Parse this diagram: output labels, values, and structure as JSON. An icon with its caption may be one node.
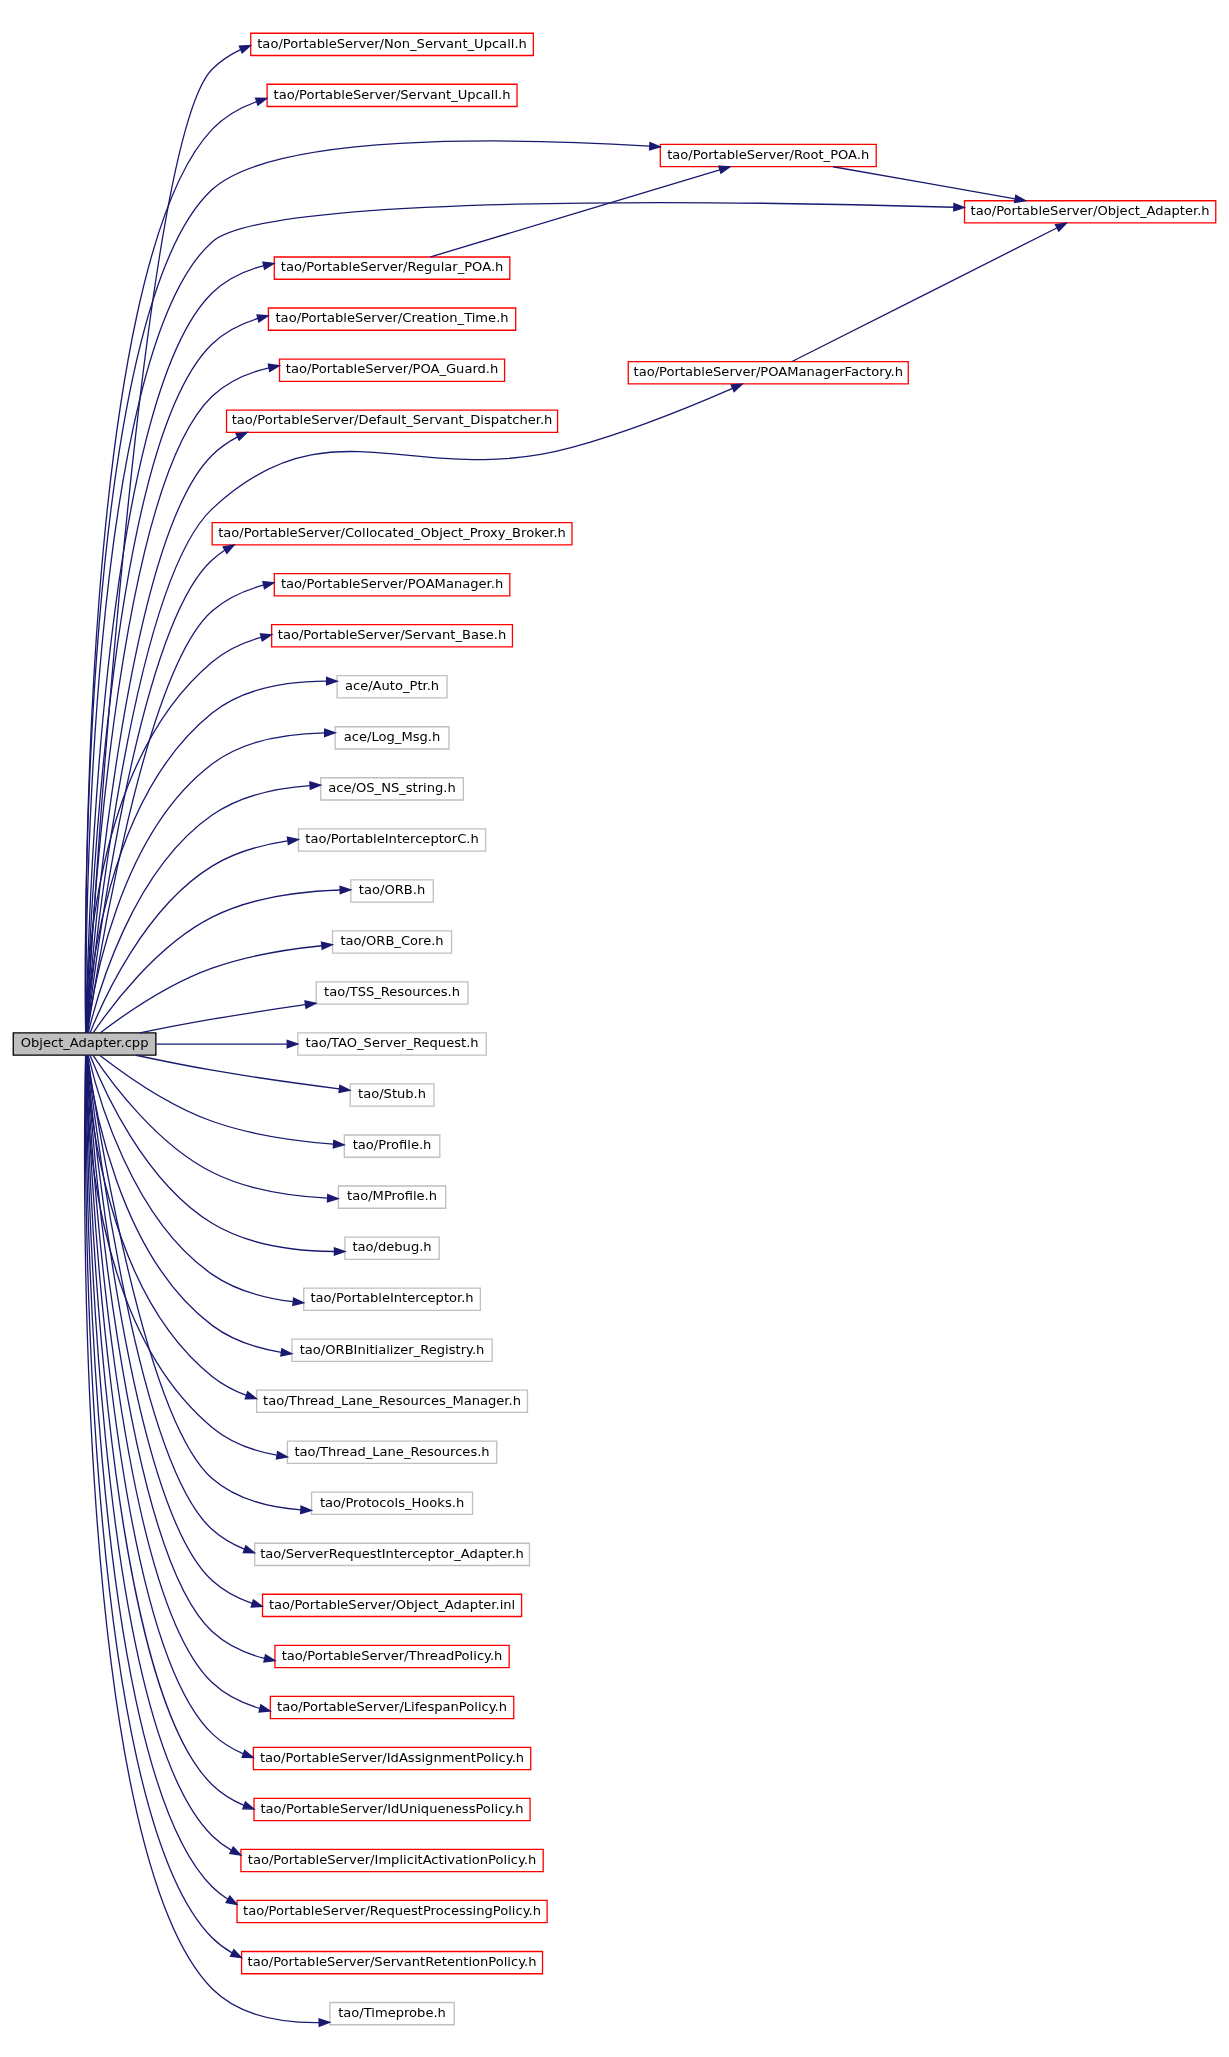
{
  "diagram": {
    "nodes": [
      {
        "text": [
          "Object_Adapter.cpp"
        ]
      },
      {
        "text": [
          "tao/PortableServer/Non_Servant_Upcall.h"
        ]
      },
      {
        "text": [
          "tao/PortableServer/Servant_Upcall.h"
        ]
      },
      {
        "text": [
          "tao/PortableServer/Root_POA.h"
        ]
      },
      {
        "text": [
          "tao/PortableServer/Object_Adapter.h"
        ]
      },
      {
        "text": [
          "tao/PortableServer/Regular_POA.h"
        ]
      },
      {
        "text": [
          "tao/PortableServer/Creation_Time.h"
        ]
      },
      {
        "text": [
          "tao/PortableServer/POA_Guard.h"
        ]
      },
      {
        "text": [
          "tao/PortableServer/Default_Servant_Dispatcher.h"
        ]
      },
      {
        "text": [
          "tao/PortableServer/POAManagerFactory.h"
        ]
      },
      {
        "text": [
          "tao/PortableServer/Collocated_Object_Proxy_Broker.h"
        ]
      },
      {
        "text": [
          "tao/PortableServer/POAManager.h"
        ]
      },
      {
        "text": [
          "tao/PortableServer/Servant_Base.h"
        ]
      },
      {
        "text": [
          "ace/Auto_Ptr.h"
        ]
      },
      {
        "text": [
          "ace/Log_Msg.h"
        ]
      },
      {
        "text": [
          "ace/OS_NS_string.h"
        ]
      },
      {
        "text": [
          "tao/PortableInterceptorC.h"
        ]
      },
      {
        "text": [
          "tao/ORB.h"
        ]
      },
      {
        "text": [
          "tao/ORB_Core.h"
        ]
      },
      {
        "text": [
          "tao/TSS_Resources.h"
        ]
      },
      {
        "text": [
          "tao/TAO_Server_Request.h"
        ]
      },
      {
        "text": [
          "tao/Stub.h"
        ]
      },
      {
        "text": [
          "tao/Profile.h"
        ]
      },
      {
        "text": [
          "tao/MProfile.h"
        ]
      },
      {
        "text": [
          "tao/debug.h"
        ]
      },
      {
        "text": [
          "tao/PortableInterceptor.h"
        ]
      },
      {
        "text": [
          "tao/ORBInitializer_Registry.h"
        ]
      },
      {
        "text": [
          "tao/Thread_Lane_Resources_Manager.h"
        ]
      },
      {
        "text": [
          "tao/Thread_Lane_Resources.h"
        ]
      },
      {
        "text": [
          "tao/Protocols_Hooks.h"
        ]
      },
      {
        "text": [
          "tao/ServerRequestInterceptor_Adapter.h"
        ]
      },
      {
        "text": [
          "tao/PortableServer/Object_Adapter.inl"
        ]
      },
      {
        "text": [
          "tao/PortableServer/ThreadPolicy.h"
        ]
      },
      {
        "text": [
          "tao/PortableServer/LifespanPolicy.h"
        ]
      },
      {
        "text": [
          "tao/PortableServer/IdAssignmentPolicy.h"
        ]
      },
      {
        "text": [
          "tao/PortableServer/IdUniquenessPolicy.h"
        ]
      },
      {
        "text": [
          "tao/PortableServer/ImplicitActivationPolicy.h"
        ]
      },
      {
        "text": [
          "tao/PortableServer/RequestProcessingPolicy.h"
        ]
      },
      {
        "text": [
          "tao/PortableServer/ServantRetentionPolicy.h"
        ]
      },
      {
        "text": [
          "tao/Timeprobe.h"
        ]
      }
    ],
    "edges": [
      {
        "from": 0,
        "to": 1,
        "arrow": "to"
      },
      {
        "from": 0,
        "to": 2,
        "arrow": "to"
      },
      {
        "from": 0,
        "to": 3,
        "arrow": "to"
      },
      {
        "from": 0,
        "to": 4,
        "arrow": "to"
      },
      {
        "from": 0,
        "to": 5,
        "arrow": "to"
      },
      {
        "from": 0,
        "to": 6,
        "arrow": "to"
      },
      {
        "from": 0,
        "to": 7,
        "arrow": "to"
      },
      {
        "from": 0,
        "to": 8,
        "arrow": "to"
      },
      {
        "from": 0,
        "to": 9,
        "arrow": "to"
      },
      {
        "from": 0,
        "to": 10,
        "arrow": "to"
      },
      {
        "from": 0,
        "to": 11,
        "arrow": "to"
      },
      {
        "from": 0,
        "to": 12,
        "arrow": "to"
      },
      {
        "from": 0,
        "to": 13,
        "arrow": "to"
      },
      {
        "from": 0,
        "to": 14,
        "arrow": "to"
      },
      {
        "from": 0,
        "to": 15,
        "arrow": "to"
      },
      {
        "from": 0,
        "to": 16,
        "arrow": "to"
      },
      {
        "from": 0,
        "to": 17,
        "arrow": "to"
      },
      {
        "from": 0,
        "to": 18,
        "arrow": "to"
      },
      {
        "from": 0,
        "to": 19,
        "arrow": "to"
      },
      {
        "from": 0,
        "to": 20,
        "arrow": "to"
      },
      {
        "from": 0,
        "to": 21,
        "arrow": "to"
      },
      {
        "from": 0,
        "to": 22,
        "arrow": "to"
      },
      {
        "from": 0,
        "to": 23,
        "arrow": "to"
      },
      {
        "from": 0,
        "to": 24,
        "arrow": "to"
      },
      {
        "from": 0,
        "to": 25,
        "arrow": "to"
      },
      {
        "from": 0,
        "to": 26,
        "arrow": "to"
      },
      {
        "from": 0,
        "to": 27,
        "arrow": "to"
      },
      {
        "from": 0,
        "to": 28,
        "arrow": "to"
      },
      {
        "from": 0,
        "to": 29,
        "arrow": "to"
      },
      {
        "from": 0,
        "to": 30,
        "arrow": "to"
      },
      {
        "from": 0,
        "to": 31,
        "arrow": "to"
      },
      {
        "from": 0,
        "to": 32,
        "arrow": "to"
      },
      {
        "from": 0,
        "to": 33,
        "arrow": "to"
      },
      {
        "from": 0,
        "to": 34,
        "arrow": "to"
      },
      {
        "from": 0,
        "to": 35,
        "arrow": "to"
      },
      {
        "from": 0,
        "to": 36,
        "arrow": "to"
      },
      {
        "from": 0,
        "to": 37,
        "arrow": "to"
      },
      {
        "from": 0,
        "to": 38,
        "arrow": "to"
      },
      {
        "from": 0,
        "to": 39,
        "arrow": "to"
      },
      {
        "from": 5,
        "to": 3,
        "arrow": "to"
      },
      {
        "from": 3,
        "to": 4,
        "arrow": "to"
      },
      {
        "from": 9,
        "to": 4,
        "arrow": "to"
      }
    ]
  }
}
